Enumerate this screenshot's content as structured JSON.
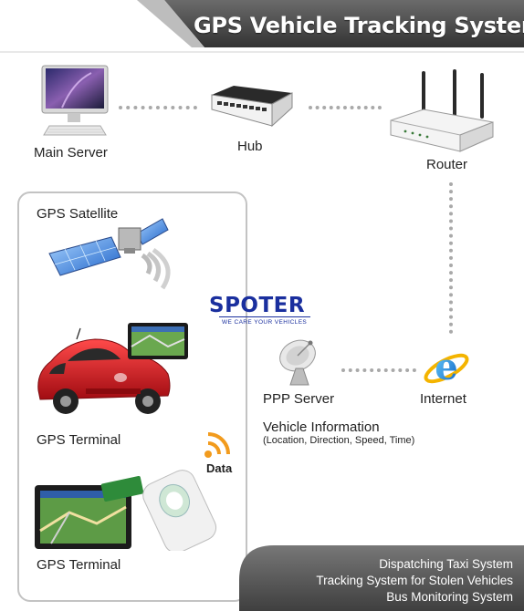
{
  "header": {
    "title": "GPS Vehicle Tracking System"
  },
  "nodes": {
    "main_server": "Main Server",
    "hub": "Hub",
    "router": "Router",
    "gps_satellite": "GPS Satellite",
    "gps_terminal_car": "GPS Terminal",
    "gps_terminal_handheld": "GPS Terminal",
    "ppp_server": "PPP Server",
    "internet": "Internet",
    "data": "Data"
  },
  "vehicle_info": {
    "title": "Vehicle Information",
    "details": "(Location, Direction, Speed, Time)"
  },
  "brand": {
    "name": "SPOTER",
    "tagline": "WE CARE YOUR VEHICLES"
  },
  "footer": {
    "lines": [
      "Dispatching Taxi System",
      "Tracking System for Stolen Vehicles",
      "Bus Monitoring System"
    ]
  },
  "colors": {
    "title_band": "#4a4a4a",
    "footer_band": "#5a5a5a",
    "brand": "#1a2f9e",
    "car": "#d8141c"
  }
}
